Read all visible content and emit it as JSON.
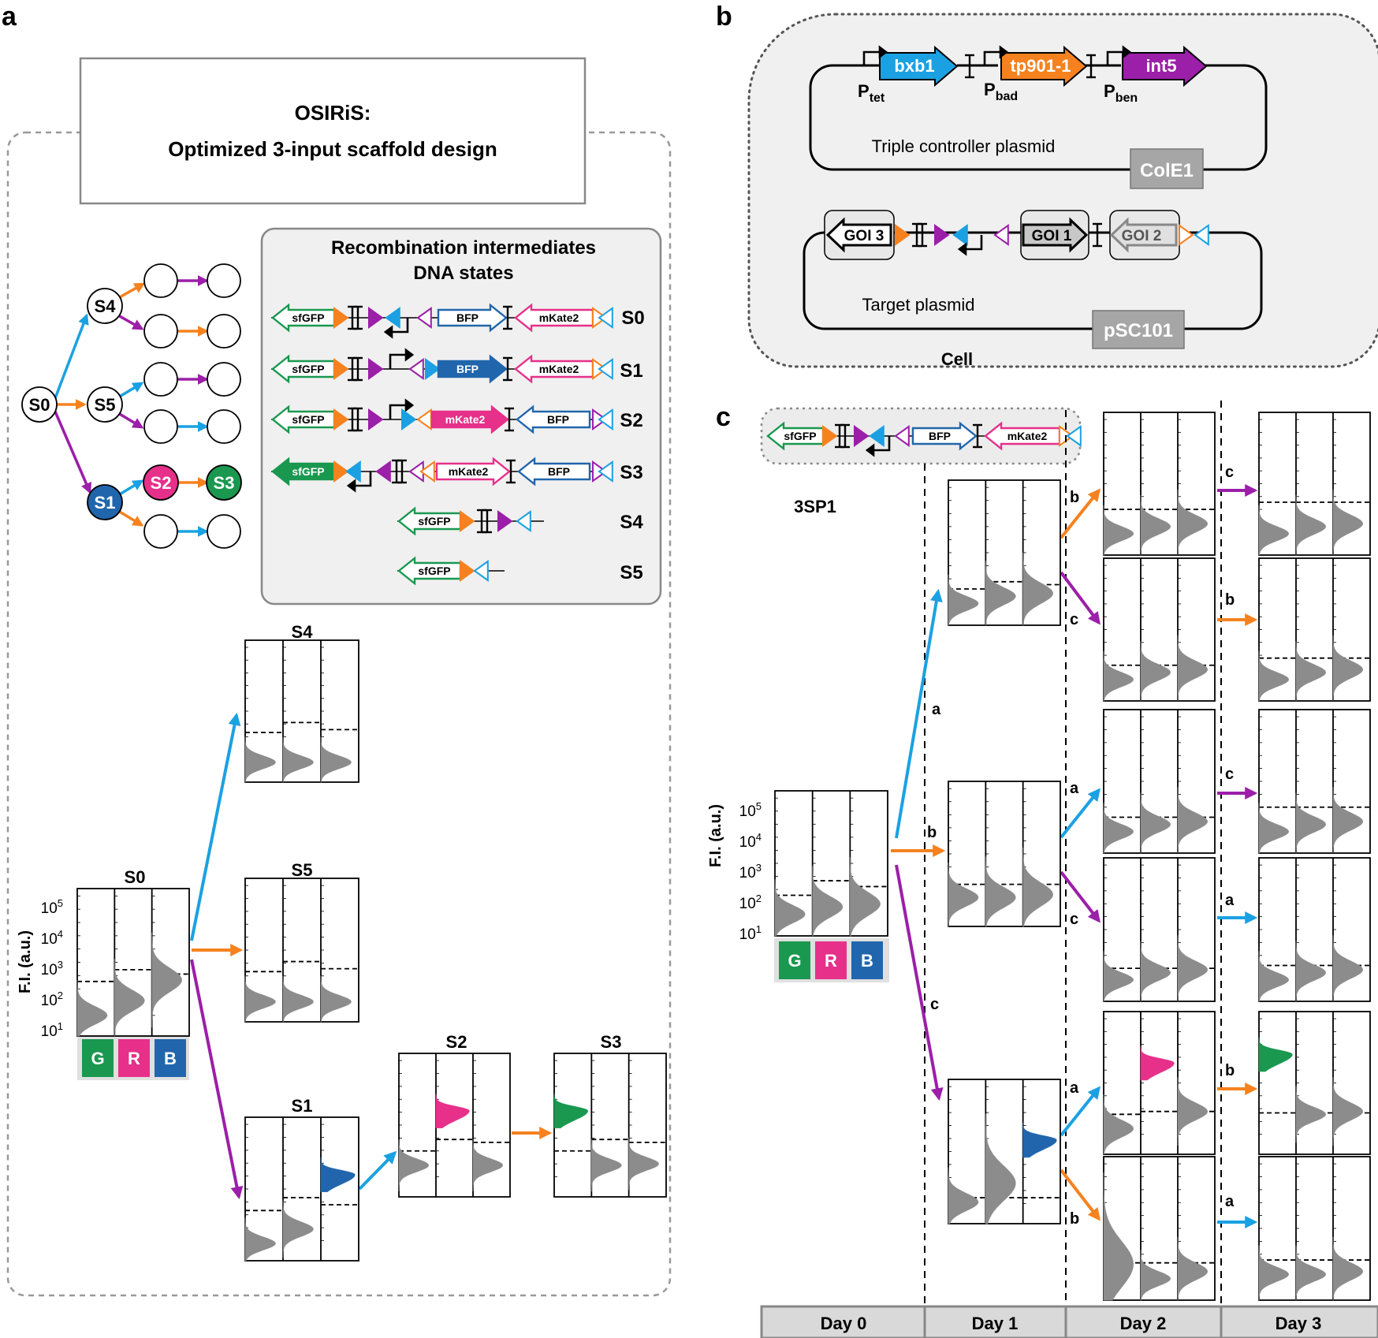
{
  "panels": {
    "a": "a",
    "b": "b",
    "c": "c"
  },
  "panel_a": {
    "title_line1": "OSIRiS:",
    "title_line2": "Optimized 3-input scaffold design",
    "box_title_line1": "Recombination intermediates",
    "box_title_line2": "DNA states",
    "tree_nodes": [
      "S0",
      "S4",
      "S5",
      "S1",
      "S2",
      "S3"
    ],
    "states": [
      "S0",
      "S1",
      "S2",
      "S3",
      "S4",
      "S5"
    ],
    "genes": {
      "gfp": "sfGFP",
      "bfp": "BFP",
      "mkate": "mKate2"
    },
    "plot_titles": {
      "s0": "S0",
      "s4": "S4",
      "s5": "S5",
      "s1": "S1",
      "s2": "S2",
      "s3": "S3"
    },
    "y_axis_label": "F.I. (a.u.)",
    "y_ticks": [
      {
        "base": "10",
        "exp": "5"
      },
      {
        "base": "10",
        "exp": "4"
      },
      {
        "base": "10",
        "exp": "3"
      },
      {
        "base": "10",
        "exp": "2"
      },
      {
        "base": "10",
        "exp": "1"
      }
    ],
    "channels": [
      "G",
      "R",
      "B"
    ]
  },
  "panel_b": {
    "promoters": {
      "tet": {
        "base": "P",
        "sub": "tet"
      },
      "bad": {
        "base": "P",
        "sub": "bad"
      },
      "ben": {
        "base": "P",
        "sub": "ben"
      }
    },
    "genes": [
      "bxb1",
      "tp901-1",
      "int5"
    ],
    "triple_label": "Triple controller plasmid",
    "ori1": "ColE1",
    "target_label": "Target plasmid",
    "ori2": "pSC101",
    "goi": [
      "GOI 3",
      "GOI 1",
      "GOI 2"
    ],
    "cell_label": "Cell"
  },
  "panel_c": {
    "construct_name": "3SP1",
    "genes": {
      "gfp": "sfGFP",
      "bfp": "BFP",
      "mkate": "mKate2"
    },
    "y_axis_label": "F.I. (a.u.)",
    "y_ticks": [
      {
        "base": "10",
        "exp": "5"
      },
      {
        "base": "10",
        "exp": "4"
      },
      {
        "base": "10",
        "exp": "3"
      },
      {
        "base": "10",
        "exp": "2"
      },
      {
        "base": "10",
        "exp": "1"
      }
    ],
    "channels": [
      "G",
      "R",
      "B"
    ],
    "days": [
      "Day 0",
      "Day 1",
      "Day 2",
      "Day 3"
    ],
    "inputs": {
      "a": "a",
      "b": "b",
      "c": "c"
    }
  },
  "colors": {
    "blue_input": "#1ba1e2",
    "orange_input": "#f5821f",
    "purple_input": "#9b1fa8",
    "green": "#1a9850",
    "magenta": "#e6308a",
    "dark_blue": "#2166ac",
    "grey_hist": "#8c8c8c"
  },
  "expression_levels": {
    "S1": {
      "G": "low",
      "R": "low",
      "B": "high"
    },
    "S2": {
      "G": "low",
      "R": "high",
      "B": "low"
    },
    "S3": {
      "G": "high",
      "R": "low",
      "B": "low"
    }
  }
}
